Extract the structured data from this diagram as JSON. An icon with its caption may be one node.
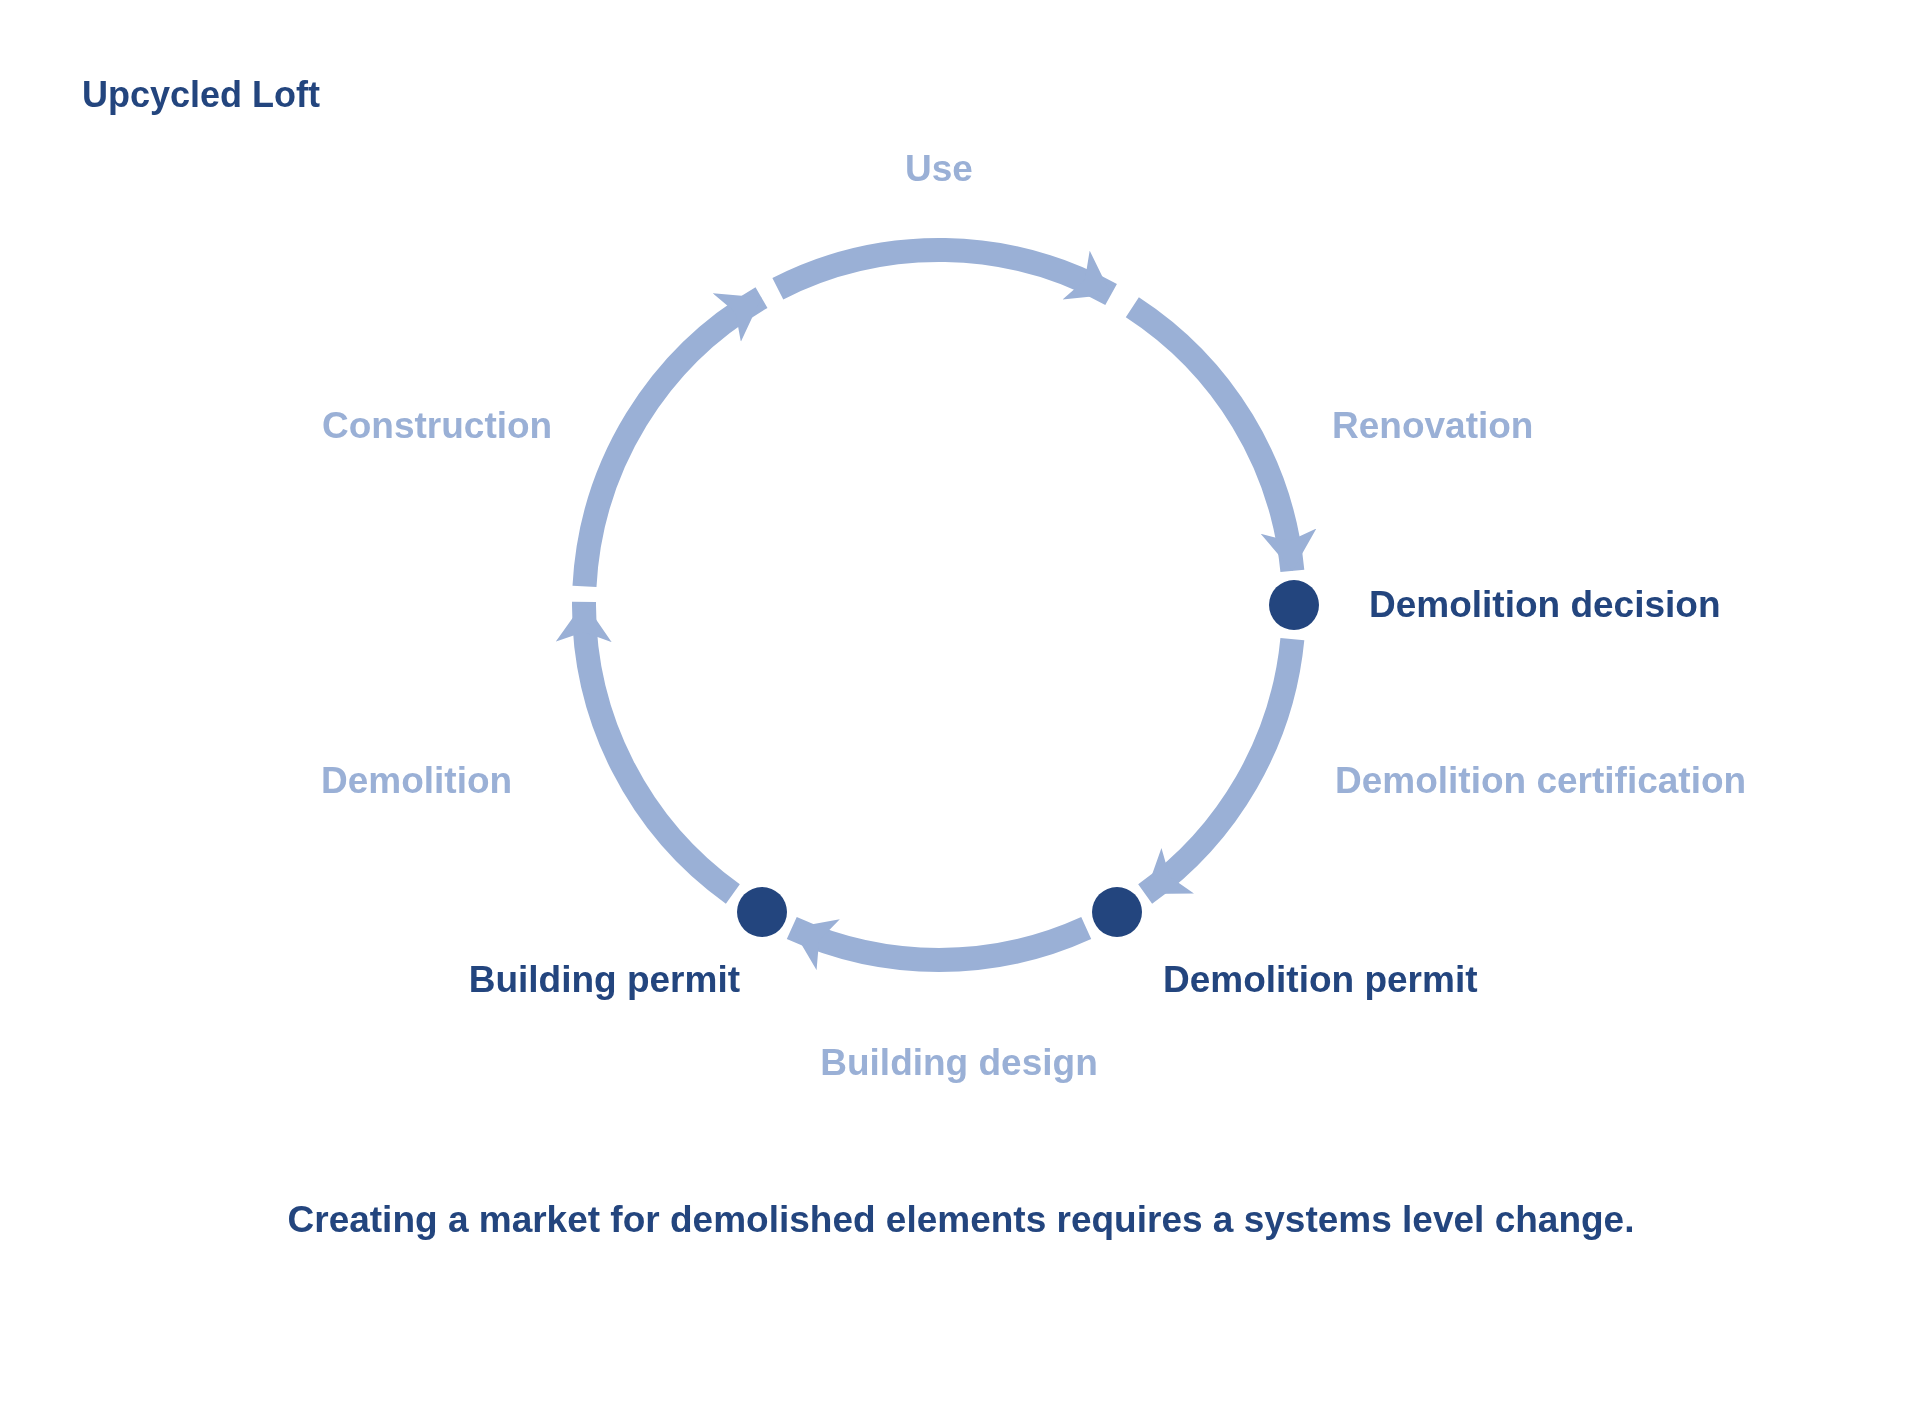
{
  "diagram": {
    "title": "Upcycled Loft",
    "caption": "Creating a market for demolished elements requires a systems level change.",
    "nodes": [
      {
        "text": [],
        "shape": "circle",
        "beside": [
          "Demolition decision"
        ]
      },
      {
        "text": [],
        "shape": "circle",
        "beside": [
          "Demolition permit"
        ]
      },
      {
        "text": [],
        "shape": "circle",
        "beside": [
          "Building permit"
        ]
      }
    ],
    "edges": [
      {
        "from": 0,
        "to": 1,
        "arrow": "to",
        "label": "Demolition certification"
      },
      {
        "from": 1,
        "to": 2,
        "arrow": "to",
        "label": "Building design"
      },
      {
        "from": 2,
        "to": null,
        "arrow": "to",
        "label": "Demolition"
      },
      {
        "from": null,
        "to": 0,
        "arrow": "to",
        "label": "Renovation"
      }
    ],
    "labels": [
      "Construction",
      "Use"
    ]
  }
}
